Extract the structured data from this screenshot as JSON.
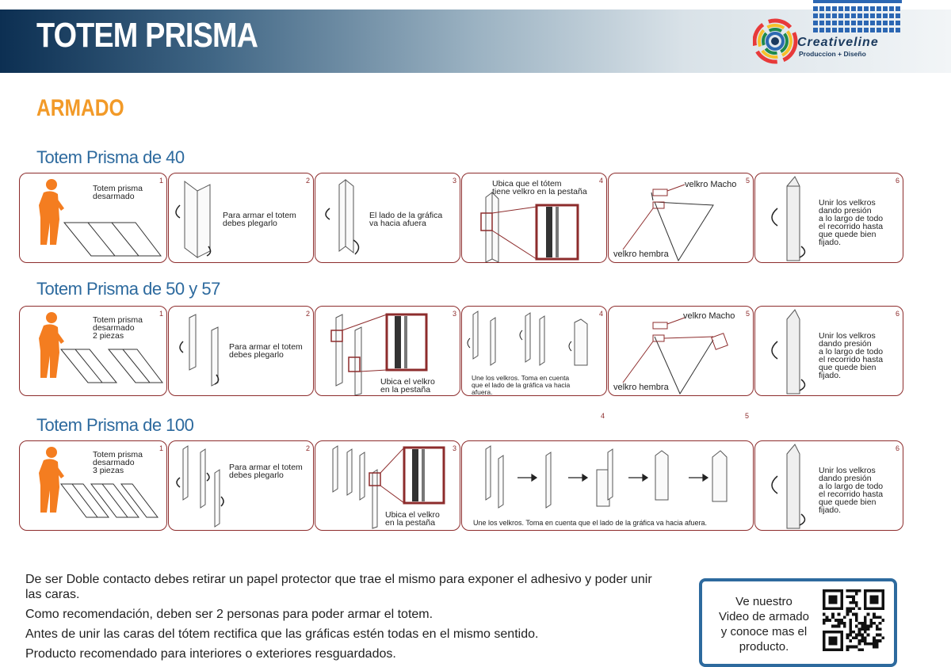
{
  "header": {
    "title": "TOTEM PRISMA",
    "brand": "Creativeline",
    "brand_sub": "Produccion + Diseño"
  },
  "section_title": "ARMADO",
  "rows": [
    {
      "title": "Totem Prisma de  40",
      "panels": [
        {
          "num": "1",
          "text": "Totem prisma\ndesarmado"
        },
        {
          "num": "2",
          "text": "Para armar el totem\ndebes plegarlo"
        },
        {
          "num": "3",
          "text": "El lado de la gráfica\nva hacia afuera"
        },
        {
          "num": "4",
          "text": "Ubica  que el tótem\ntiene velkro en la pestaña"
        },
        {
          "num": "5",
          "label_top": "velkro Macho",
          "label_bottom": "velkro hembra"
        },
        {
          "num": "6",
          "text": "Unir los velkros\ndando presión\na lo largo de todo\nel recorrido hasta\nque quede bien\nfijado."
        }
      ]
    },
    {
      "title": "Totem Prisma de  50 y 57",
      "panels": [
        {
          "num": "1",
          "text": "Totem prisma\ndesarmado\n2 piezas"
        },
        {
          "num": "2",
          "text": "Para armar el totem\ndebes plegarlo"
        },
        {
          "num": "3",
          "text": "Ubica  el velkro\nen la pestaña"
        },
        {
          "num": "4",
          "text": "Une los velkros. Toma en cuenta\nque el lado de la gráfica va hacia\nafuera."
        },
        {
          "num": "5",
          "label_top": "velkro Macho",
          "label_bottom": "velkro hembra"
        },
        {
          "num": "6",
          "text": "Unir los velkros\ndando presión\na lo largo de todo\nel recorrido hasta\nque quede bien\nfijado."
        }
      ]
    },
    {
      "title": "Totem Prisma de  100",
      "step_numbers_above": [
        "4",
        "5"
      ],
      "panels": [
        {
          "num": "1",
          "text": "Totem prisma\ndesarmado\n3 piezas"
        },
        {
          "num": "2",
          "text": "Para armar el totem\ndebes plegarlo"
        },
        {
          "num": "3",
          "text": "Ubica  el velkro\nen la pestaña"
        },
        {
          "num": "",
          "text": "Une los velkros. Toma en cuenta que el lado de la gráfica va hacia afuera."
        },
        {
          "num": "6",
          "text": "Unir los velkros\ndando presión\na lo largo de todo\nel recorrido hasta\nque quede bien\nfijado."
        }
      ]
    }
  ],
  "notes": [
    "De ser Doble contacto debes retirar un papel protector que trae el mismo para exponer el adhesivo y poder unir las caras.",
    "Como recomendación, deben ser 2 personas para poder armar el totem.",
    "Antes de unir las caras del tótem rectifica que las gráficas estén todas en el mismo sentido.",
    "Producto recomendado para interiores o exteriores resguardados."
  ],
  "video_box": {
    "text": "Ve nuestro\nVideo de armado\ny conoce mas el\nproducto."
  },
  "colors": {
    "panel_border": "#8d2c2c",
    "section_blue": "#2d6a9e",
    "accent_orange": "#f29a28",
    "person_orange": "#f47d20",
    "header_dark": "#0c2f52"
  }
}
